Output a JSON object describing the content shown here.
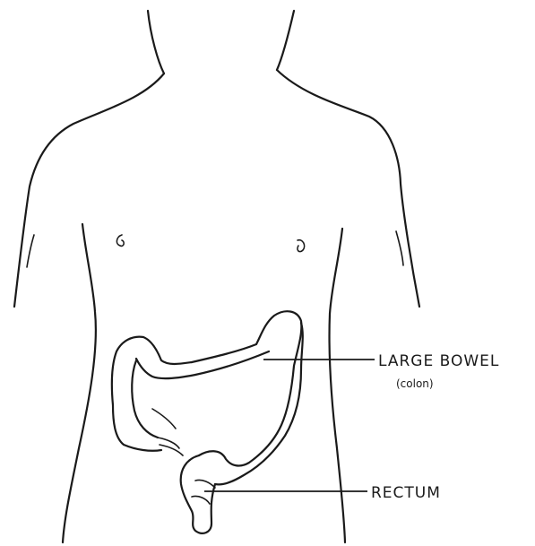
{
  "labels": {
    "large_bowel": "LARGE BOWEL",
    "colon": "(colon)",
    "rectum": "RECTUM"
  }
}
